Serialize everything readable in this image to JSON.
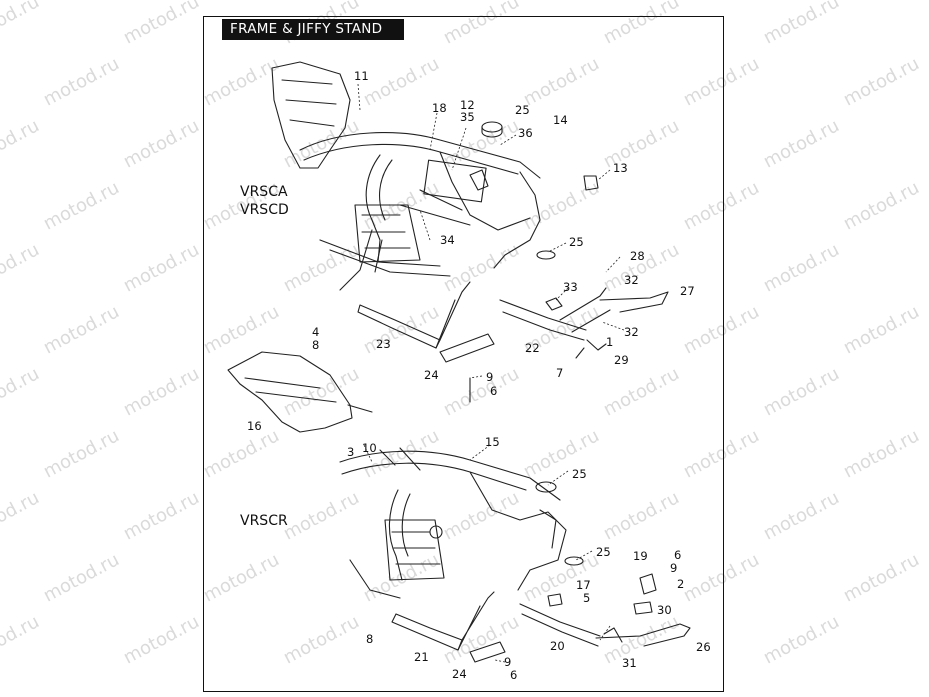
{
  "title": "FRAME & JIFFY STAND",
  "watermark": "motod.ru",
  "models": {
    "top": [
      "VRSCA",
      "VRSCD"
    ],
    "bottom": "VRSCR"
  },
  "callouts_top": [
    "11",
    "18",
    "12",
    "35",
    "25",
    "36",
    "14",
    "13",
    "34",
    "25",
    "28",
    "32",
    "33",
    "27",
    "32",
    "4",
    "8",
    "23",
    "22",
    "1",
    "29",
    "7",
    "24",
    "9",
    "6"
  ],
  "callouts_bottom": [
    "16",
    "10",
    "3",
    "15",
    "25",
    "25",
    "19",
    "6",
    "9",
    "2",
    "17",
    "5",
    "30",
    "8",
    "21",
    "20",
    "31",
    "26",
    "24",
    "9",
    "6"
  ]
}
